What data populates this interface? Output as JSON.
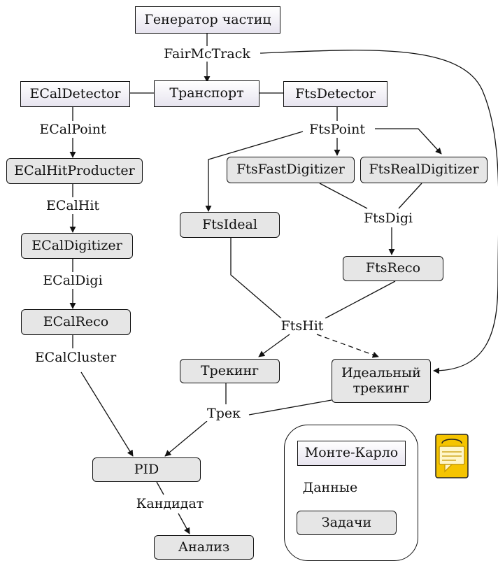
{
  "nodes": {
    "generator": "Генератор частиц",
    "transport": "Транспорт",
    "ecal_detector": "ECalDetector",
    "fts_detector": "FtsDetector",
    "ecal_hit_producter": "ECalHitProducter",
    "ecal_digitizer": "ECalDigitizer",
    "ecal_reco": "ECalReco",
    "fts_fast_digitizer": "FtsFastDigitizer",
    "fts_real_digitizer": "FtsRealDigitizer",
    "fts_ideal": "FtsIdeal",
    "fts_reco": "FtsReco",
    "tracking": "Трекинг",
    "ideal_tracking": "Идеальный трекинг",
    "pid": "PID",
    "analysis": "Анализ"
  },
  "labels": {
    "fair_mc_track": "FairMcTrack",
    "ecal_point": "ECalPoint",
    "ecal_hit": "ECalHit",
    "ecal_digi": "ECalDigi",
    "ecal_cluster": "ECalCluster",
    "fts_point": "FtsPoint",
    "fts_digi": "FtsDigi",
    "fts_hit": "FtsHit",
    "track": "Трек",
    "candidate": "Кандидат"
  },
  "legend": {
    "monte_carlo": "Монте-Карло",
    "data": "Данные",
    "tasks": "Задачи"
  },
  "colors": {
    "mc_fill": "#e7e4ef",
    "task_fill": "#e6e6e6",
    "note_icon": "#f5c400"
  }
}
